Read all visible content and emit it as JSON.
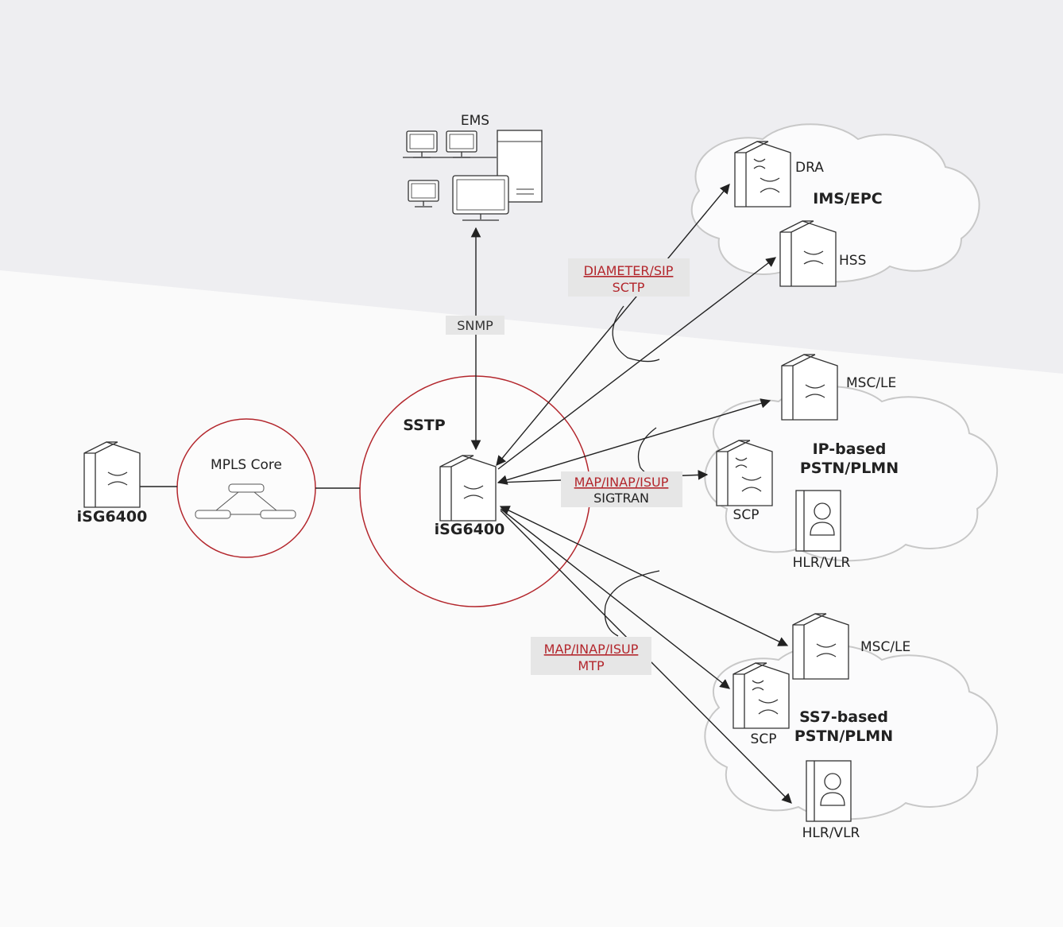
{
  "labels": {
    "ems": "EMS",
    "snmp": "SNMP",
    "sstp": "SSTP",
    "center_node": "iSG6400",
    "left_node": "iSG6400",
    "mpls": "MPLS Core",
    "ims_cloud": "IMS/EPC",
    "dra": "DRA",
    "hss": "HSS",
    "ip_cloud_line1": "IP-based",
    "ip_cloud_line2": "PSTN/PLMN",
    "ip_msc": "MSC/LE",
    "ip_scp": "SCP",
    "ip_hlr": "HLR/VLR",
    "ss7_cloud_line1": "SS7-based",
    "ss7_cloud_line2": "PSTN/PLMN",
    "ss7_msc": "MSC/LE",
    "ss7_scp": "SCP",
    "ss7_hlr": "HLR/VLR"
  },
  "protocols": {
    "diameter_line1": "DIAMETER/SIP",
    "diameter_line2": "SCTP",
    "sigtran_line1": "MAP/INAP/ISUP",
    "sigtran_line2": "SIGTRAN",
    "mtp_line1": "MAP/INAP/ISUP",
    "mtp_line2": "MTP"
  },
  "colors": {
    "accent_red": "#b3262c",
    "line": "#222222",
    "label_bg": "#e6e6e6",
    "cloud_stroke": "#c8c8c8"
  }
}
